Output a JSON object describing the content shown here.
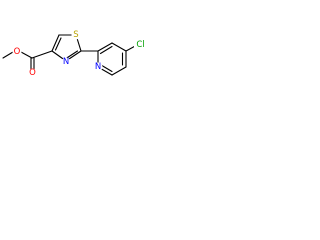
{
  "molecule": {
    "atoms": {
      "o_methoxy": "O",
      "o_carbonyl": "O",
      "s_thiazole": "S",
      "n_thiazole": "N",
      "n_pyridine": "N",
      "cl": "Cl"
    }
  },
  "colors": {
    "O": "#ff0000",
    "S": "#b8a200",
    "N": "#0000ff",
    "Cl": "#00a000",
    "bond": "#000000"
  }
}
